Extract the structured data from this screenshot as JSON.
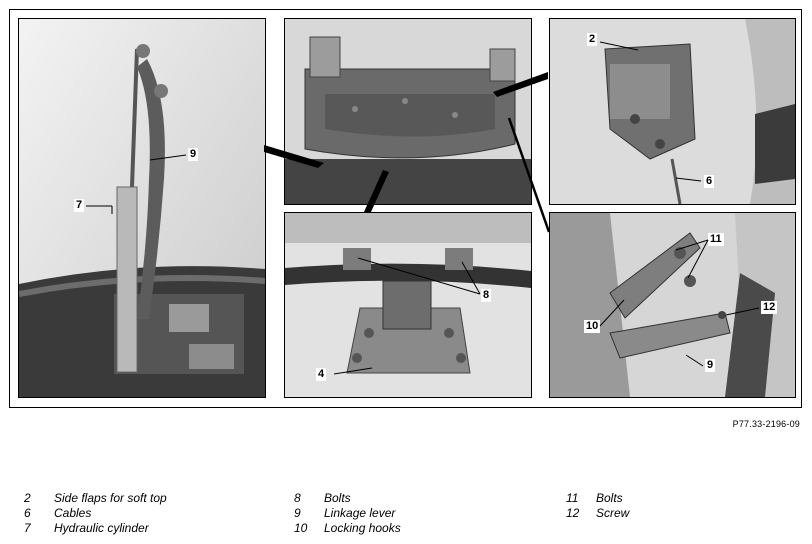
{
  "callouts": {
    "left": [
      "9",
      "7"
    ],
    "top_center": [],
    "bottom_center": [
      "8",
      "4"
    ],
    "top_right": [
      "2",
      "6"
    ],
    "bottom_right": [
      "11",
      "12",
      "10",
      "9"
    ]
  },
  "reference_code": "P77.33-2196-09",
  "legend": {
    "col1": [
      {
        "num": "2",
        "text": "Side flaps for soft top"
      },
      {
        "num": "6",
        "text": "Cables"
      },
      {
        "num": "7",
        "text": "Hydraulic cylinder"
      }
    ],
    "col2": [
      {
        "num": "8",
        "text": "Bolts"
      },
      {
        "num": "9",
        "text": "Linkage lever"
      },
      {
        "num": "10",
        "text": "Locking hooks"
      }
    ],
    "col3": [
      {
        "num": "11",
        "text": "Bolts"
      },
      {
        "num": "12",
        "text": "Screw"
      }
    ]
  }
}
